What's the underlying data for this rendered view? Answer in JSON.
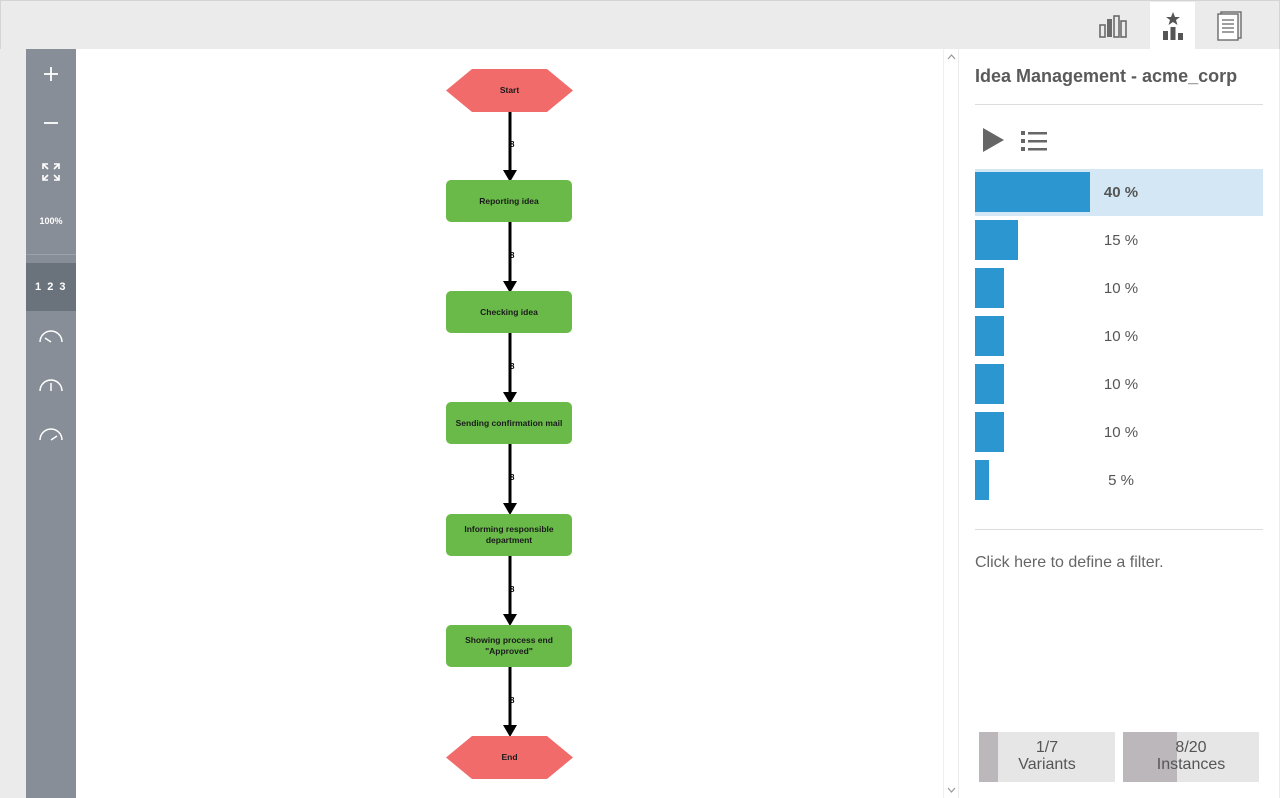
{
  "topbar": {
    "icons": [
      "bar-chart-icon",
      "star-chart-icon",
      "document-icon"
    ],
    "active": "star-chart-icon"
  },
  "toolbar": {
    "zoom_in": "zoom-in-icon",
    "zoom_out": "zoom-out-icon",
    "fit": "fit-to-screen-icon",
    "zoom_reset_label": "100%",
    "frequency_label": "1 2 3",
    "gauges": [
      "gauge-slow-icon",
      "gauge-medium-icon",
      "gauge-fast-icon"
    ]
  },
  "process": {
    "start": "Start",
    "end": "End",
    "tasks": [
      "Reporting idea",
      "Checking idea",
      "Sending confirmation mail",
      "Informing responsible department",
      "Showing process end \"Approved\""
    ],
    "edge_count": "8"
  },
  "panel": {
    "title": "Idea Management - acme_corp",
    "play_icon": "play-icon",
    "list_icon": "list-icon",
    "variants": [
      {
        "percent": 40,
        "label": "40 %",
        "selected": true
      },
      {
        "percent": 15,
        "label": "15 %",
        "selected": false
      },
      {
        "percent": 10,
        "label": "10 %",
        "selected": false
      },
      {
        "percent": 10,
        "label": "10 %",
        "selected": false
      },
      {
        "percent": 10,
        "label": "10 %",
        "selected": false
      },
      {
        "percent": 10,
        "label": "10 %",
        "selected": false
      },
      {
        "percent": 5,
        "label": "5 %",
        "selected": false
      }
    ],
    "filter_text": "Click here to define a filter.",
    "variants_counter": {
      "value": "1/7",
      "label": "Variants",
      "fraction": 0.143
    },
    "instances_counter": {
      "value": "8/20",
      "label": "Instances",
      "fraction": 0.4
    }
  },
  "colors": {
    "task": "#6aba4a",
    "terminal": "#f26b6b",
    "bar": "#2b96cf",
    "selected_row": "#d3e8f4"
  }
}
